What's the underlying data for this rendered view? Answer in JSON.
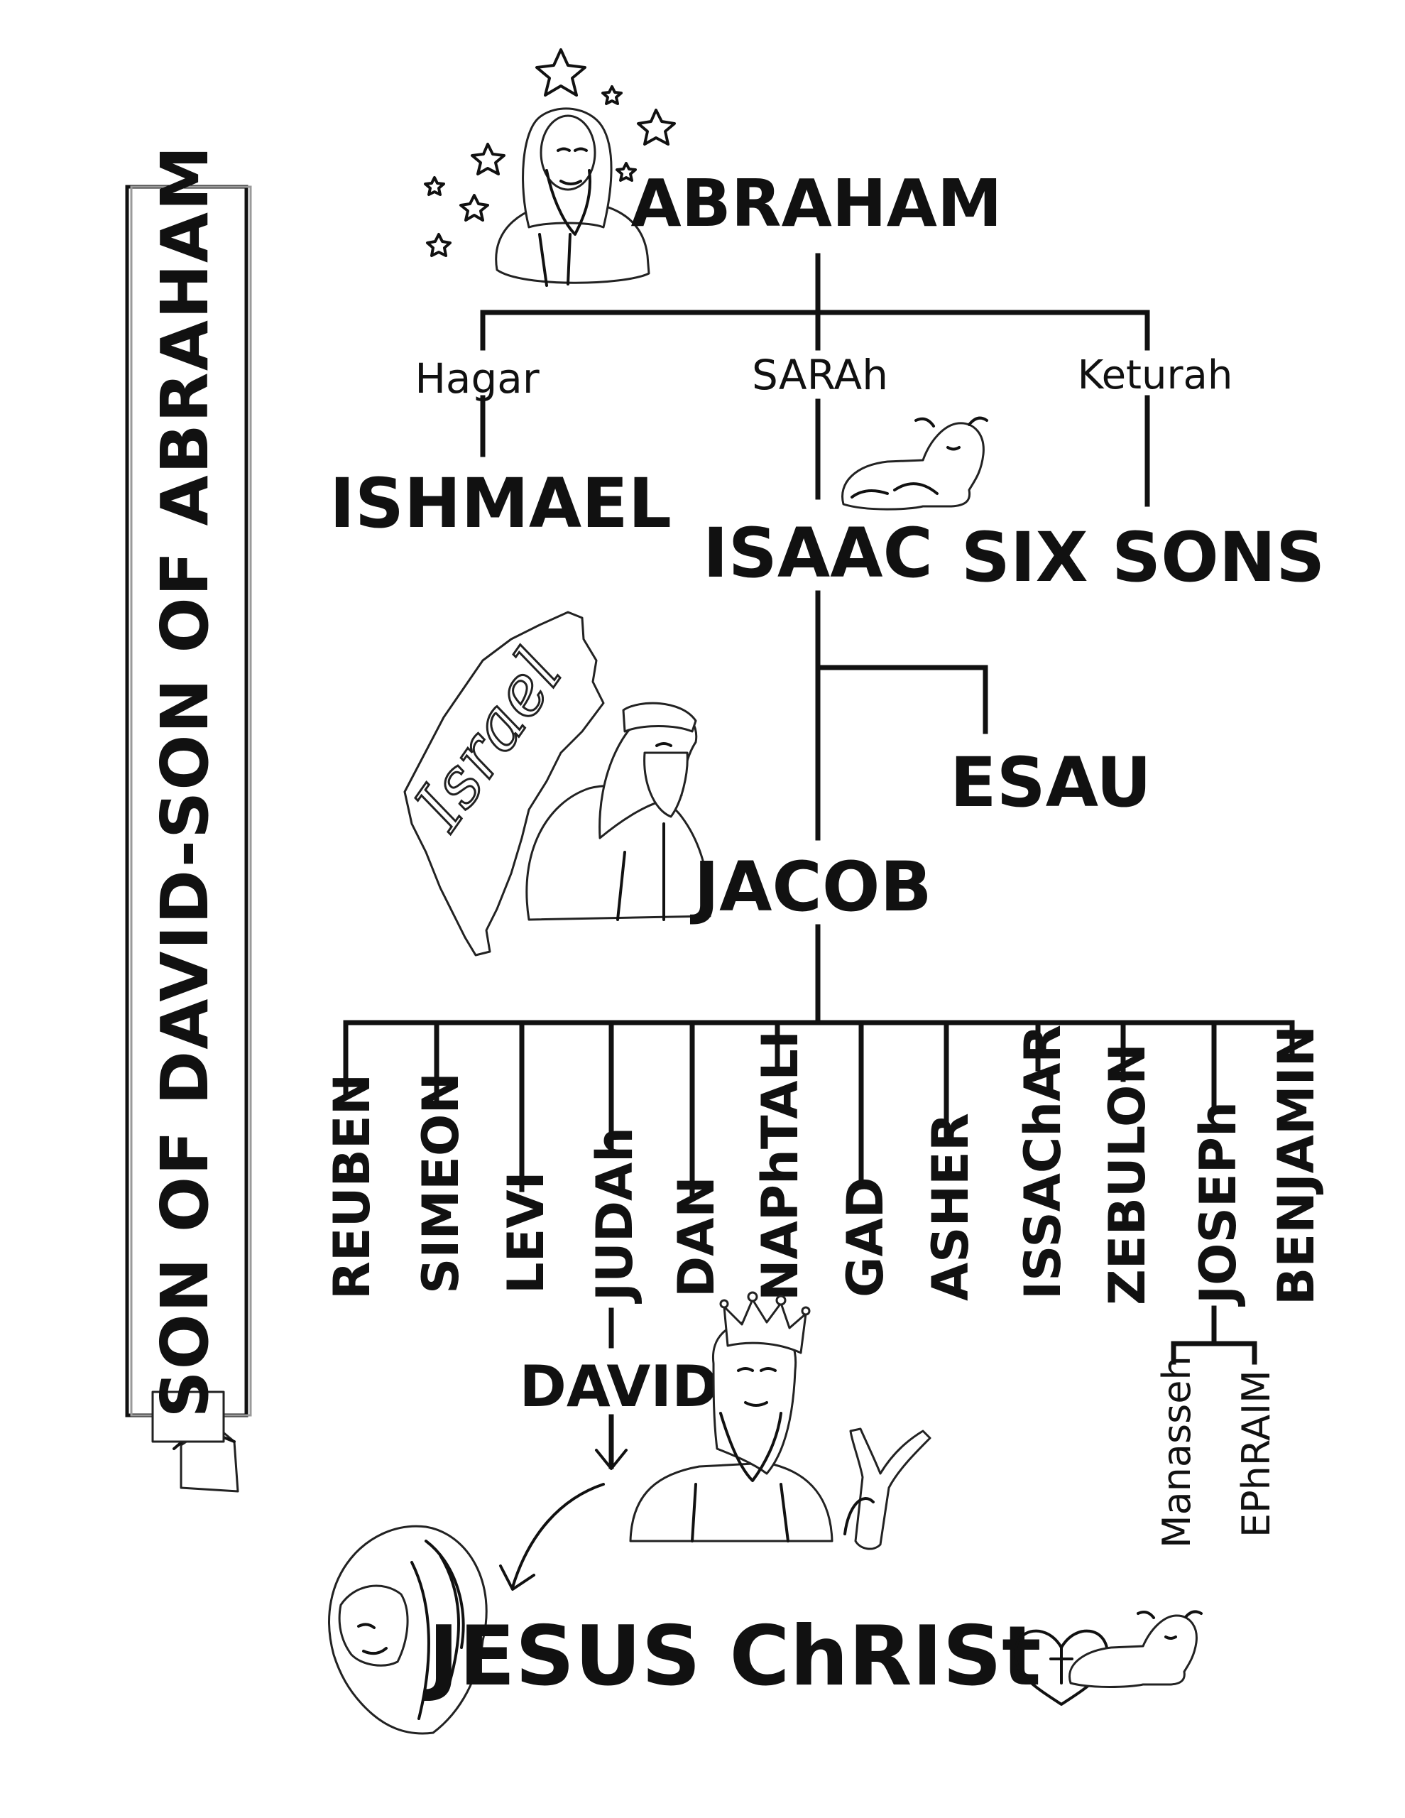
{
  "banner": {
    "text": "SON OF DAVID-SON OF ABRAHAM"
  },
  "root": {
    "name": "ABRAHAM"
  },
  "wives": [
    {
      "wife": "Hagar",
      "child": "ISHMAEL"
    },
    {
      "wife": "SARAh",
      "child": "ISAAC"
    },
    {
      "wife": "Keturah",
      "child": "SIX SONS"
    }
  ],
  "isaac_sons": {
    "jacob": "JACOB",
    "esau": "ESAU"
  },
  "map_label": "Israel",
  "tribes": [
    "REUBEN",
    "SIMEON",
    "LEVI",
    "JUDAh",
    "DAN",
    "NAPhTALI",
    "GAD",
    "ASHER",
    "ISSAChAR",
    "ZEBULON",
    "JOSEPh",
    "BENJAMIN"
  ],
  "joseph_sons": [
    "Manasseh",
    "EPhRAIM"
  ],
  "david": "DAVID",
  "christ": "JESUS ChRISt",
  "colors": {
    "ink": "#111111",
    "shadow": "#bdbdbd",
    "paper": "#ffffff"
  },
  "icons": [
    "stars-icon",
    "abraham-portrait-icon",
    "lamb-icon",
    "israel-map-icon",
    "jacob-portrait-icon",
    "king-david-icon",
    "crown-icon",
    "slingshot-icon",
    "lion-icon",
    "heart-cross-icon",
    "scroll-icon",
    "arrow-down-icon",
    "curved-arrow-icon"
  ]
}
